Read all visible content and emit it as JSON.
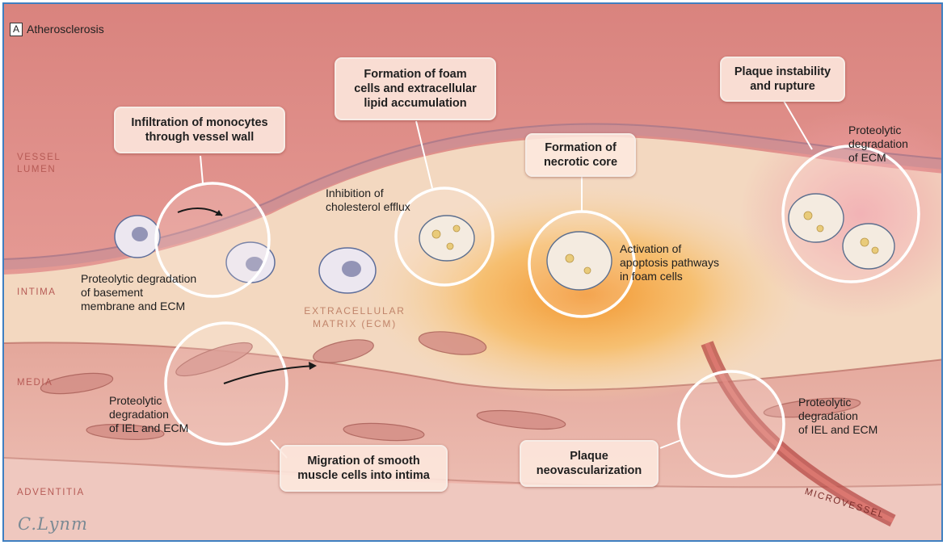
{
  "panel": {
    "letter": "A",
    "title": "Atherosclerosis"
  },
  "layers": {
    "vessel_lumen": [
      "VESSEL",
      "LUMEN"
    ],
    "intima": "INTIMA",
    "media": "MEDIA",
    "adventitia": "ADVENTITIA"
  },
  "ecm_label": [
    "EXTRACELLULAR",
    "MATRIX (ECM)"
  ],
  "microvessel_label": "MICROVESSEL",
  "signature": "C.Lynm",
  "callouts": {
    "monocytes": [
      "Infiltration of monocytes",
      "through vessel wall"
    ],
    "foam_cells": [
      "Formation of foam",
      "cells and extracellular",
      "lipid accumulation"
    ],
    "necrotic_core": [
      "Formation of",
      "necrotic core"
    ],
    "plaque_rupture": [
      "Plaque instability",
      "and rupture"
    ],
    "smooth_muscle": [
      "Migration of smooth",
      "muscle cells into intima"
    ],
    "neovascularization": [
      "Plaque",
      "neovascularization"
    ]
  },
  "annotations": {
    "cholesterol": [
      "Inhibition of",
      "cholesterol efflux"
    ],
    "basement": [
      "Proteolytic degradation",
      "of basement",
      "membrane and ECM"
    ],
    "ecm_top_right": [
      "Proteolytic",
      "degradation",
      "of ECM"
    ],
    "apoptosis": [
      "Activation of",
      "apoptosis pathways",
      "in foam cells"
    ],
    "iel_left": [
      "Proteolytic",
      "degradation",
      "of IEL and ECM"
    ],
    "iel_right": [
      "Proteolytic",
      "degradation",
      "of IEL and ECM"
    ]
  },
  "colors": {
    "lumen": "#d8827f",
    "intima": "#f5d9bf",
    "necrotic_core": "#f5a640",
    "media": "#e7b0a6",
    "adventitia": "#efc6bc",
    "callout_fill": "#fde8de",
    "frame": "#3f7fc1"
  }
}
